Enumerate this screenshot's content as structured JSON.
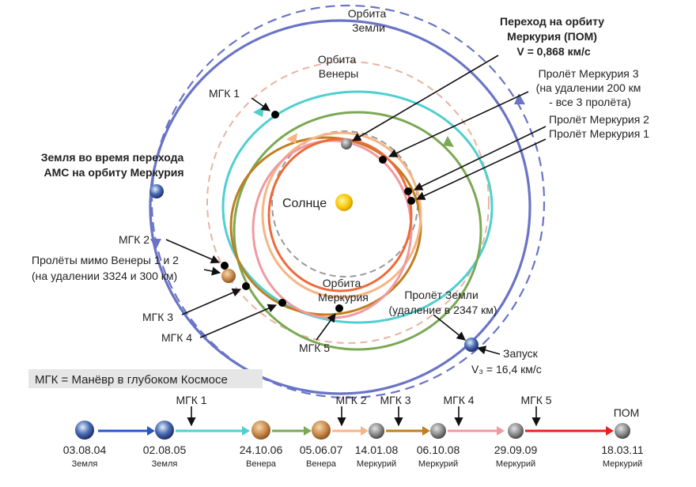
{
  "labels": {
    "earth_orbit": [
      "Орбита",
      "Земли"
    ],
    "venus_orbit": [
      "Орбита",
      "Венеры"
    ],
    "mercury_orbit": [
      "Орбита",
      "Меркурия"
    ],
    "sun": "Солнце",
    "pom_title": [
      "Переход на орбиту",
      "Меркурия (ПОМ)",
      "V = 0,868 км/с"
    ],
    "mercury_flyby_3": [
      "Пролёт Меркурия 3",
      "(на удалении 200 км",
      "- все 3 пролёта)"
    ],
    "mercury_flyby_2": "Пролёт Меркурия 2",
    "mercury_flyby_1": "Пролёт Меркурия 1",
    "earth_during": [
      "Земля во время перехода",
      "АМС на орбиту Меркурия"
    ],
    "mgk1": "МГК 1",
    "mgk2": "МГК 2",
    "mgk3": "МГК 3",
    "mgk4": "МГК 4",
    "mgk5": "МГК 5",
    "venus_flybys": [
      "Пролёты мимо Венеры 1 и 2",
      "(на удалении 3324 и 300 км)"
    ],
    "earth_flyby": [
      "Пролёт Земли",
      "(удаление в 2347 км)"
    ],
    "launch": "Запуск",
    "launch_v": "V₃ = 16,4 км/с",
    "legend": "МГК = Манёвр в глубоком Космосе"
  },
  "timeline": {
    "events": [
      {
        "date": "03.08.04",
        "body": "Земля",
        "kind": "earth"
      },
      {
        "date": "02.08.05",
        "body": "Земля",
        "kind": "earth"
      },
      {
        "date": "24.10.06",
        "body": "Венера",
        "kind": "venus"
      },
      {
        "date": "05.06.07",
        "body": "Венера",
        "kind": "venus"
      },
      {
        "date": "14.01.08",
        "body": "Меркурий",
        "kind": "mercury"
      },
      {
        "date": "06.10.08",
        "body": "Меркурий",
        "kind": "mercury"
      },
      {
        "date": "29.09.09",
        "body": "Меркурий",
        "kind": "mercury"
      },
      {
        "date": "18.03.11",
        "body": "Меркурий",
        "kind": "mercury"
      }
    ],
    "markers": [
      "МГК 1",
      "МГК 2",
      "МГК 3",
      "МГК 4",
      "МГК 5",
      "ПОМ"
    ]
  },
  "colors": {
    "earth_orbit": "#6a74c6",
    "venus_orbit": "#e8b4a0",
    "mercury_orbit": "#9a9a9a",
    "cyan": "#4fcfcf",
    "green": "#7aa854",
    "brown": "#c07e1e",
    "peach": "#f6b586",
    "pink": "#ef9aa0",
    "orange": "#ef6a3a",
    "red": "#e82020",
    "blue_arrow": "#2456c8"
  }
}
